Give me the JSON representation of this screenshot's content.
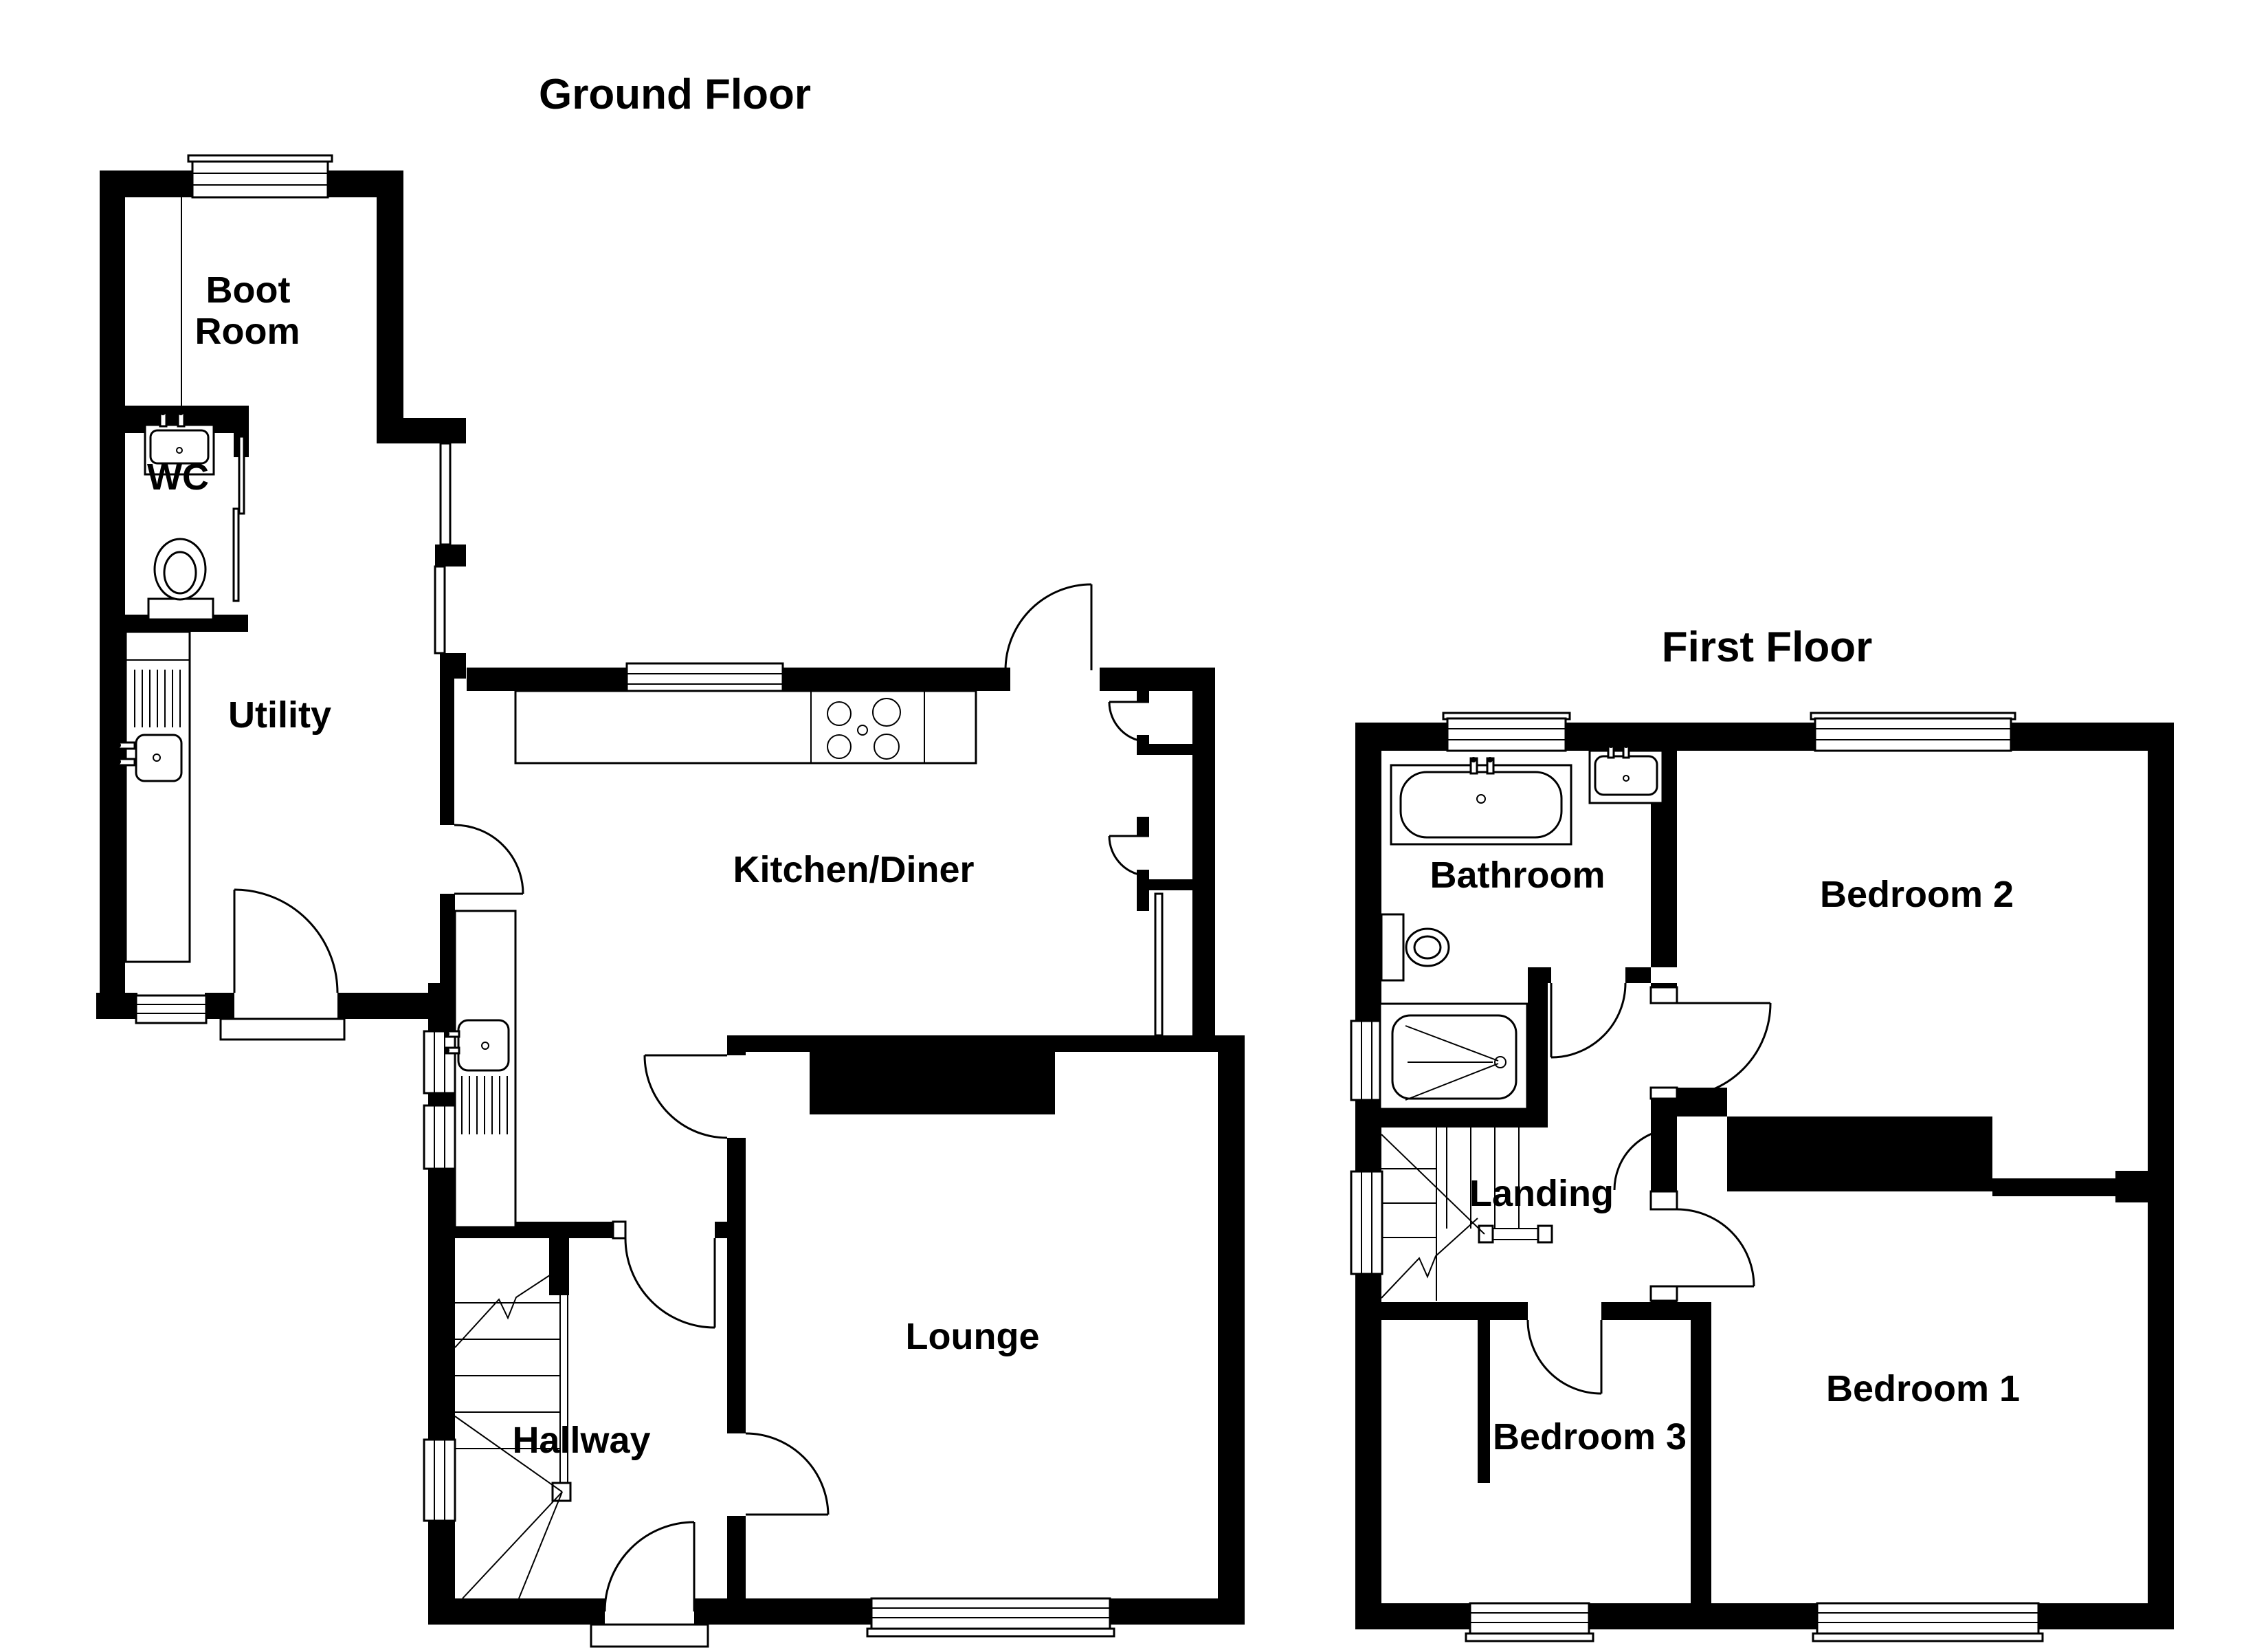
{
  "document": {
    "type": "floorplan",
    "background": "#ffffff",
    "wall_color": "#000000",
    "line_color": "#000000",
    "text_color": "#000000"
  },
  "floors": [
    {
      "id": "ground",
      "title": "Ground Floor",
      "rooms": [
        "Boot Room",
        "WC",
        "Utility",
        "Kitchen/Diner",
        "Lounge",
        "Hallway"
      ]
    },
    {
      "id": "first",
      "title": "First Floor",
      "rooms": [
        "Bathroom",
        "Bedroom 2",
        "Landing",
        "Bedroom 1",
        "Bedroom 3"
      ]
    }
  ],
  "labels": {
    "ground_title": "Ground Floor",
    "first_title": "First Floor",
    "boot_line1": "Boot",
    "boot_line2": "Room",
    "wc": "WC",
    "utility": "Utility",
    "kitchen": "Kitchen/Diner",
    "lounge": "Lounge",
    "hallway": "Hallway",
    "bathroom": "Bathroom",
    "bedroom2": "Bedroom 2",
    "landing": "Landing",
    "bedroom1": "Bedroom 1",
    "bedroom3": "Bedroom 3"
  },
  "fixtures": [
    "bath",
    "shower",
    "toilet",
    "wc-toilet",
    "bathroom-sink",
    "wc-sink",
    "utility-sink",
    "kitchen-sink",
    "kitchen-hob",
    "kitchen-counter",
    "stairs",
    "windows",
    "door-swings",
    "chimney-breast",
    "front-porch"
  ]
}
